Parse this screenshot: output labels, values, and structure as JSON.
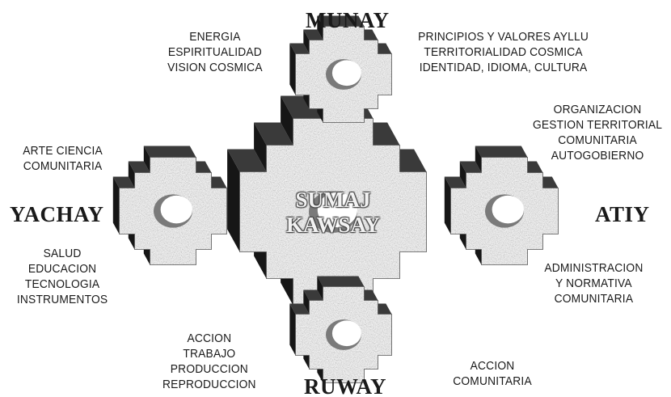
{
  "diagram": {
    "center": {
      "line1": "SUMAJ",
      "line2": "KAWSAY"
    },
    "titles": {
      "top": "MUNAY",
      "left": "YACHAY",
      "right": "ATIY",
      "bottom": "RUWAY"
    },
    "labels": {
      "top_left": [
        "ENERGIA",
        "ESPIRITUALIDAD",
        "VISION COSMICA"
      ],
      "top_right": [
        "PRINCIPIOS Y VALORES AYLLU",
        "TERRITORIALIDAD COSMICA",
        "IDENTIDAD, IDIOMA, CULTURA"
      ],
      "right_upper": [
        "ORGANIZACION",
        "GESTION TERRITORIAL",
        "COMUNITARIA",
        "AUTOGOBIERNO"
      ],
      "left_upper": [
        "ARTE CIENCIA",
        "COMUNITARIA"
      ],
      "left_lower": [
        "SALUD",
        "EDUCACION",
        "TECNOLOGIA",
        "INSTRUMENTOS"
      ],
      "right_lower": [
        "ADMINISTRACION",
        "Y NORMATIVA",
        "COMUNITARIA"
      ],
      "bottom_left": [
        "ACCION",
        "TRABAJO",
        "PRODUCCION",
        "REPRODUCCION"
      ],
      "bottom_right": [
        "ACCION",
        "COMUNITARIA"
      ]
    },
    "colors": {
      "stone": "#cfcfcf",
      "stone_dark": "#9a9a9a",
      "top_face": "#3a3a3a",
      "side_face": "#161616",
      "hole": "#ffffff",
      "text": "#1a1a1a"
    }
  }
}
